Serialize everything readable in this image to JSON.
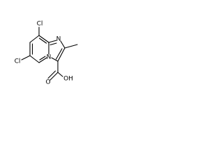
{
  "molecule": {
    "atoms": {
      "cl_top": "Cl",
      "cl_left": "Cl",
      "n_imidazole": "N",
      "n_bridge": "N",
      "o_carbonyl": "O",
      "oh": "OH"
    }
  }
}
